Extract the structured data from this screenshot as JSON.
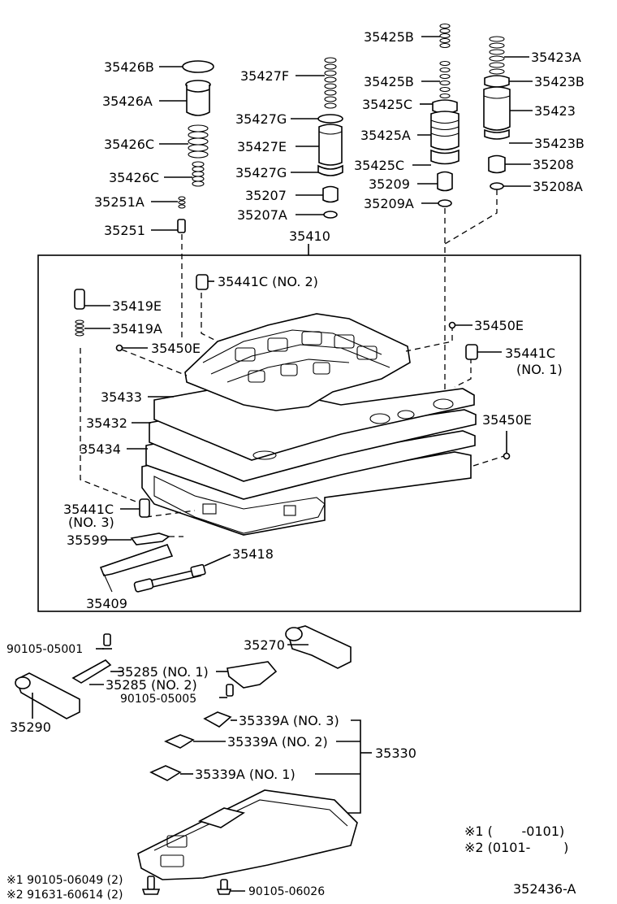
{
  "labels": {
    "p35426B": "35426B",
    "p35426A": "35426A",
    "p35426C_upper": "35426C",
    "p35426C_lower": "35426C",
    "p35251A": "35251A",
    "p35251": "35251",
    "p35427F": "35427F",
    "p35427G_upper": "35427G",
    "p35427E": "35427E",
    "p35427G_lower": "35427G",
    "p35207": "35207",
    "p35207A": "35207A",
    "p35425B_top": "35425B",
    "p35425B_mid": "35425B",
    "p35425C_upper": "35425C",
    "p35425A": "35425A",
    "p35425C_lower": "35425C",
    "p35209": "35209",
    "p35209A": "35209A",
    "p35423A": "35423A",
    "p35423B_upper": "35423B",
    "p35423": "35423",
    "p35423B_lower": "35423B",
    "p35208": "35208",
    "p35208A": "35208A",
    "p35410": "35410",
    "p35441C_no2": "35441C (NO. 2)",
    "p35419E": "35419E",
    "p35419A": "35419A",
    "p35450E_left": "35450E",
    "p35450E_top": "35450E",
    "p35441C_no1": "35441C",
    "p35441C_no1_sub": "(NO. 1)",
    "p35433": "35433",
    "p35432": "35432",
    "p35434": "35434",
    "p35450E_right": "35450E",
    "p35441C_no3": "35441C",
    "p35441C_no3_sub": "(NO. 3)",
    "p35599": "35599",
    "p35418": "35418",
    "p35409": "35409",
    "p90105_05001": "90105-05001",
    "p35270": "35270",
    "p35285_no1": "35285 (NO. 1)",
    "p35285_no2": "35285 (NO. 2)",
    "p90105_05005": "90105-05005",
    "p35290": "35290",
    "p35339A_no3": "35339A (NO. 3)",
    "p35339A_no2": "35339A (NO. 2)",
    "p35339A_no1": "35339A (NO. 1)",
    "p35330": "35330",
    "note1": "※1 (       -0101)",
    "note2": "※2 (0101-        )",
    "foot1": "※1 90105-06049 (2)",
    "foot2": "※2 91631-60614 (2)",
    "p90105_06026": "90105-06026",
    "diagram_id": "352436-A"
  }
}
